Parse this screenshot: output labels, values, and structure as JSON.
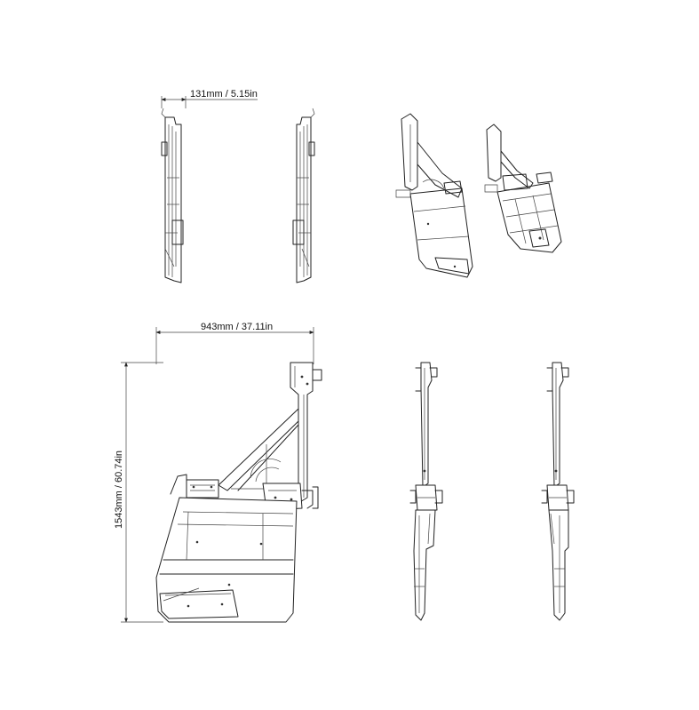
{
  "drawing": {
    "dimensions": {
      "top_width_label": "131mm / 5.15in",
      "main_width_label": "943mm / 37.11in",
      "main_height_label": "1543mm / 60.74in"
    },
    "views": [
      "side-view-left",
      "side-view-right",
      "isometric-view-closed",
      "isometric-view-frame",
      "front-view-main",
      "side-view-profile-a",
      "side-view-profile-b"
    ],
    "colors": {
      "line": "#222222",
      "background": "#ffffff"
    }
  }
}
